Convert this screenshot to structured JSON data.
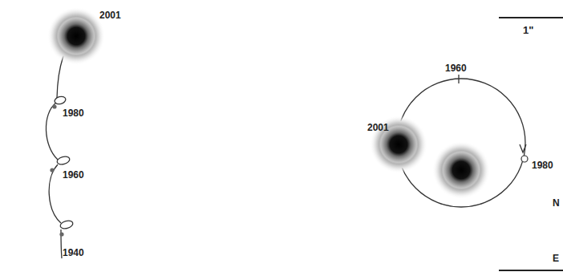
{
  "diagram": {
    "labels": [
      "2001",
      "1980",
      "1960",
      "1940",
      "1\"",
      "1960",
      "2001",
      "1980",
      "N",
      "E"
    ]
  }
}
